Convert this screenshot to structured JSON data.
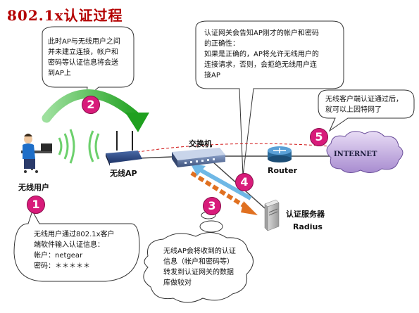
{
  "title": "802.1x认证过程",
  "bubbles": {
    "step2_lines": [
      "此时AP与无线用户之间",
      "并未建立连接，帐户和",
      "密码等认证信息将会送",
      "到AP上"
    ],
    "gateway_lines": [
      "认证网关会告知AP刚才的帐户和密码",
      "的正确性：",
      "如果是正确的，AP将允许无线用户的",
      "连接请求，否则，会拒绝无线用户连",
      "接AP"
    ],
    "step5_lines": [
      "无线客户端认证通过后，",
      "就可以上因特网了"
    ],
    "step1_lines": [
      "无线用户通过802.1x客户",
      "端软件输入认证信息：",
      "帐户：netgear",
      "密码：＊＊＊＊＊"
    ],
    "step3_lines": [
      "无线AP会将收到的认证",
      "信息（帐户和密码等）",
      "转发到认证网关的数据",
      "库做较对"
    ]
  },
  "labels": {
    "wireless_user": "无线用户",
    "wireless_ap": "无线AP",
    "switch": "交换机",
    "router": "Router",
    "auth_server": "认证服务器",
    "radius": "Radius",
    "internet": "INTERNET"
  },
  "steps": [
    "1",
    "2",
    "3",
    "4",
    "5"
  ],
  "colors": {
    "title": "#b40000",
    "step_badge": "#d81b7a",
    "green_arrow": "#2db52d",
    "orange_arrow": "#e07020",
    "blue_arrow": "#6fb8e6",
    "dashed_link": "#d01010"
  }
}
